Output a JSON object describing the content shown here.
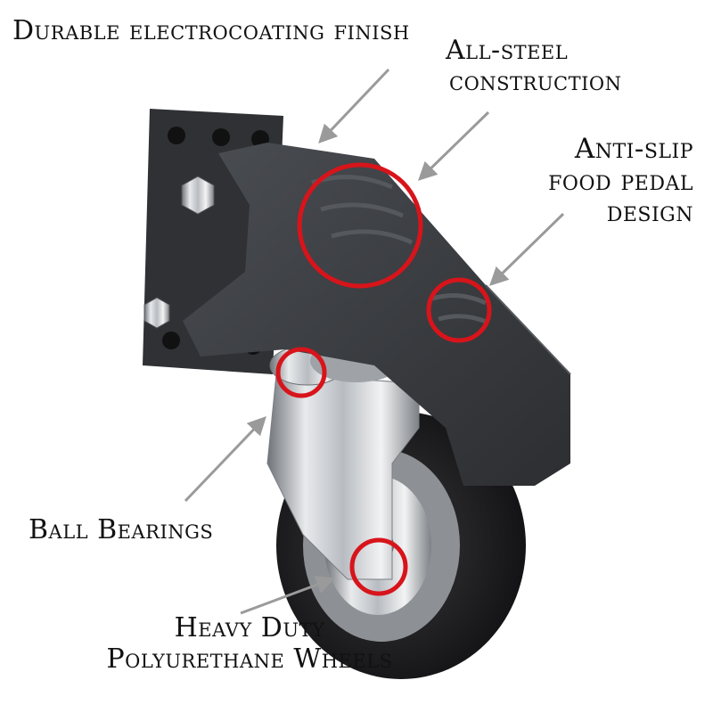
{
  "callouts": {
    "finish": {
      "line1": "Durable electrocoating finish"
    },
    "steel": {
      "line1": "All-steel",
      "line2": "construction"
    },
    "pedal": {
      "line1": "Anti-slip",
      "line2": "food pedal",
      "line3": "design"
    },
    "bearings": {
      "line1": "Ball Bearings"
    },
    "wheels": {
      "line1": "Heavy Duty",
      "line2": "Polyurethane Wheels"
    }
  },
  "colors": {
    "highlight_circle": "#d8141b",
    "arrow": "#9a9a9a",
    "pedal": "#3a3d41",
    "wheel": "#1c1c1e",
    "chrome": "#c9ccd0"
  }
}
